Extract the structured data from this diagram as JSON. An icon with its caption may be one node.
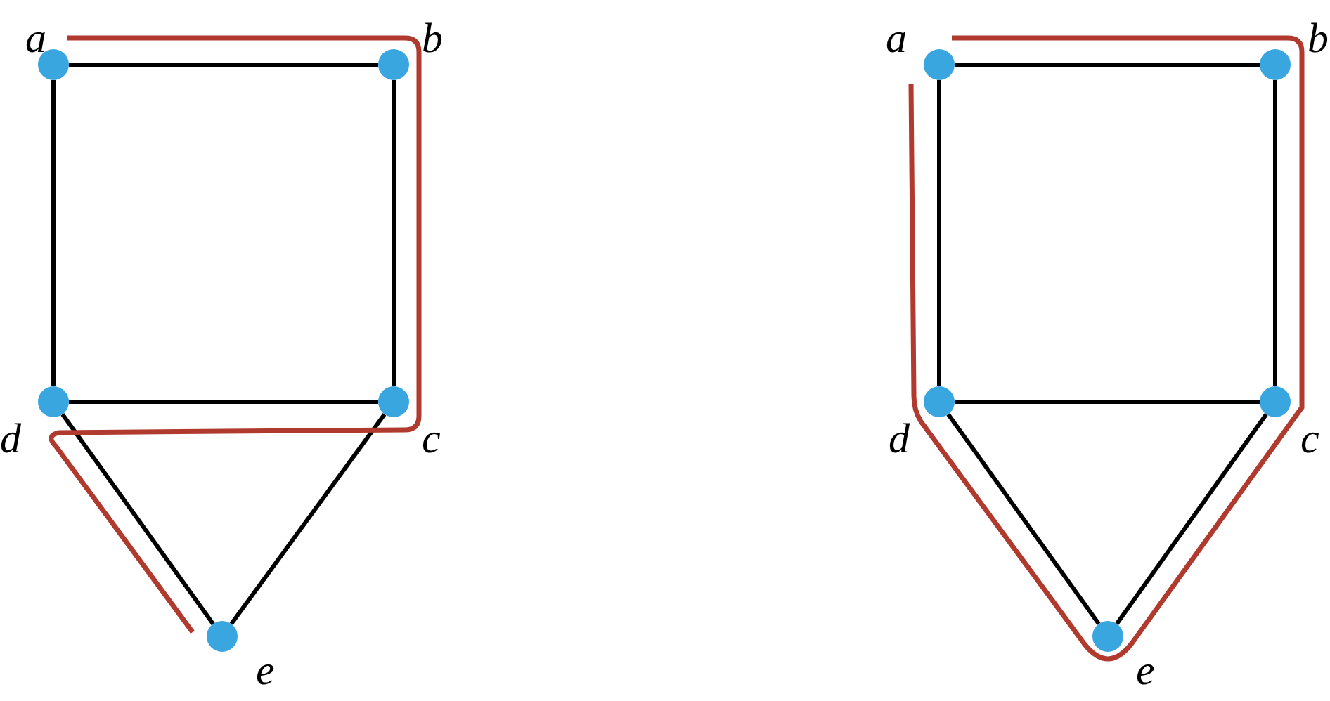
{
  "diagram": {
    "nodes": [
      {
        "text": [],
        "shape": "circle",
        "beside": [
          "a"
        ]
      },
      {
        "text": [],
        "shape": "circle",
        "beside": [
          "b"
        ]
      },
      {
        "text": [],
        "shape": "circle",
        "beside": [
          "d"
        ]
      },
      {
        "text": [],
        "shape": "circle",
        "beside": [
          "c"
        ]
      },
      {
        "text": [],
        "shape": "circle",
        "beside": [
          "e"
        ]
      },
      {
        "text": [],
        "shape": "circle",
        "beside": [
          "a"
        ]
      },
      {
        "text": [],
        "shape": "circle",
        "beside": [
          "b"
        ]
      },
      {
        "text": [],
        "shape": "circle",
        "beside": [
          "d"
        ]
      },
      {
        "text": [],
        "shape": "circle",
        "beside": [
          "c"
        ]
      },
      {
        "text": [],
        "shape": "circle",
        "beside": [
          "e"
        ]
      }
    ],
    "edges": [
      {
        "from": 0,
        "to": 1,
        "arrow": "none"
      },
      {
        "from": 1,
        "to": 3,
        "arrow": "none"
      },
      {
        "from": 0,
        "to": 2,
        "arrow": "none"
      },
      {
        "from": 2,
        "to": 3,
        "arrow": "none"
      },
      {
        "from": 2,
        "to": 4,
        "arrow": "none"
      },
      {
        "from": 3,
        "to": 4,
        "arrow": "none"
      },
      {
        "from": 5,
        "to": 6,
        "arrow": "none"
      },
      {
        "from": 6,
        "to": 8,
        "arrow": "none"
      },
      {
        "from": 5,
        "to": 7,
        "arrow": "none"
      },
      {
        "from": 7,
        "to": 8,
        "arrow": "none"
      },
      {
        "from": 7,
        "to": 9,
        "arrow": "none"
      },
      {
        "from": 8,
        "to": 9,
        "arrow": "none"
      }
    ]
  }
}
